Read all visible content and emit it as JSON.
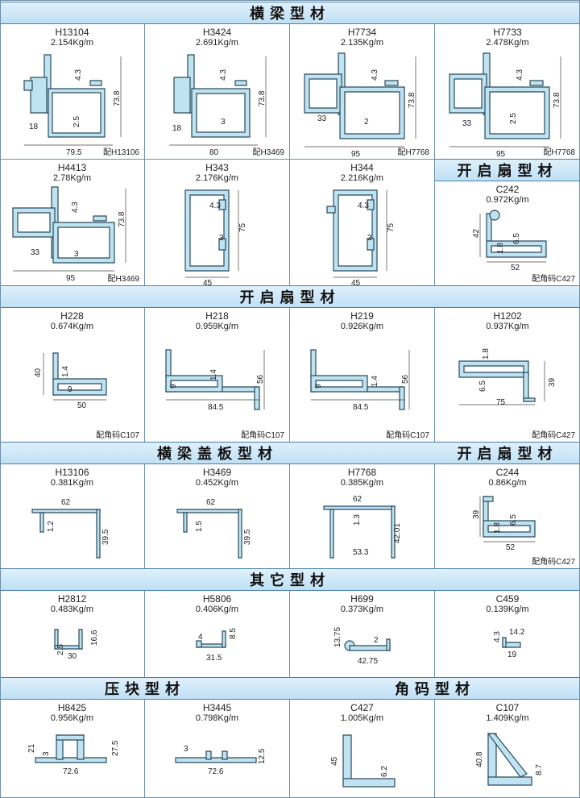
{
  "colors": {
    "profile_fill": "#bfe3f0",
    "profile_stroke": "#2a4a5e",
    "header_bg": "#cfe8f7"
  },
  "headers": {
    "h1": "横梁型材",
    "h2": "开启扇型材",
    "h3": "开启扇型材",
    "h4": "横梁盖板型材",
    "h5": "开启扇型材",
    "h6": "其它型材",
    "h7": "压块型材",
    "h8": "角码型材"
  },
  "profiles": {
    "r1c1": {
      "code": "H13104",
      "weight": "2.154Kg/m",
      "note": "配H13106",
      "dims": [
        "4.3",
        "73.8",
        "18",
        "2.5",
        "79.5"
      ]
    },
    "r1c2": {
      "code": "H3424",
      "weight": "2.691Kg/m",
      "note": "配H3469",
      "dims": [
        "4.3",
        "73.8",
        "18",
        "3",
        "80"
      ]
    },
    "r1c3": {
      "code": "H7734",
      "weight": "2.135Kg/m",
      "note": "配H7768",
      "dims": [
        "4.3",
        "73.8",
        "33",
        "2",
        "95"
      ]
    },
    "r1c4": {
      "code": "H7733",
      "weight": "2.478Kg/m",
      "note": "配H7768",
      "dims": [
        "4.3",
        "73.8",
        "33",
        "2.5",
        "95"
      ]
    },
    "r2c1": {
      "code": "H4413",
      "weight": "2.78Kg/m",
      "note": "配H3469",
      "dims": [
        "4.3",
        "73.8",
        "33",
        "3",
        "95"
      ]
    },
    "r2c2": {
      "code": "H343",
      "weight": "2.176Kg/m",
      "dims": [
        "4.3",
        "75",
        "3",
        "45"
      ]
    },
    "r2c3": {
      "code": "H344",
      "weight": "2.216Kg/m",
      "dims": [
        "4.3",
        "75",
        "3",
        "45"
      ]
    },
    "r2c4": {
      "code": "C242",
      "weight": "0.972Kg/m",
      "note": "配角码C427",
      "dims": [
        "42",
        "6.5",
        "1.8",
        "52"
      ]
    },
    "r3c1": {
      "code": "H228",
      "weight": "0.674Kg/m",
      "note": "配角码C107",
      "dims": [
        "40",
        "1.4",
        "9",
        "50"
      ]
    },
    "r3c2": {
      "code": "H218",
      "weight": "0.959Kg/m",
      "note": "配角码C107",
      "dims": [
        "9",
        "1.4",
        "56",
        "84.5"
      ]
    },
    "r3c3": {
      "code": "H219",
      "weight": "0.926Kg/m",
      "note": "配角码C107",
      "dims": [
        "9",
        "1.4",
        "56",
        "84.5"
      ]
    },
    "r3c4": {
      "code": "H1202",
      "weight": "0.937Kg/m",
      "note": "配角码C427",
      "dims": [
        "1.8",
        "6.5",
        "39",
        "75"
      ]
    },
    "r4c1": {
      "code": "H13106",
      "weight": "0.381Kg/m",
      "dims": [
        "62",
        "1.2",
        "39.5"
      ]
    },
    "r4c2": {
      "code": "H3469",
      "weight": "0.452Kg/m",
      "dims": [
        "62",
        "1.5",
        "39.5"
      ]
    },
    "r4c3": {
      "code": "H7768",
      "weight": "0.385Kg/m",
      "dims": [
        "62",
        "1.3",
        "42.01",
        "53.3"
      ]
    },
    "r4c4": {
      "code": "C244",
      "weight": "0.86Kg/m",
      "note": "配角码C427",
      "dims": [
        "39",
        "6.5",
        "1.8",
        "52"
      ]
    },
    "r5c1": {
      "code": "H2812",
      "weight": "0.483Kg/m",
      "dims": [
        "16.6",
        "2.5",
        "30"
      ]
    },
    "r5c2": {
      "code": "H5806",
      "weight": "0.406Kg/m",
      "dims": [
        "4",
        "8.5",
        "31.5"
      ]
    },
    "r5c3": {
      "code": "H699",
      "weight": "0.373Kg/m",
      "dims": [
        "13.75",
        "2",
        "42.75"
      ]
    },
    "r5c4": {
      "code": "C459",
      "weight": "0.139Kg/m",
      "dims": [
        "4.3",
        "14.2",
        "19"
      ]
    },
    "r6c1": {
      "code": "H8425",
      "weight": "0.956Kg/m",
      "dims": [
        "21",
        "3",
        "27.5",
        "72.6"
      ]
    },
    "r6c2": {
      "code": "H3445",
      "weight": "0.798Kg/m",
      "dims": [
        "3",
        "12.5",
        "72.6"
      ]
    },
    "r6c3": {
      "code": "C427",
      "weight": "1.005Kg/m",
      "dims": [
        "45",
        "6.2"
      ]
    },
    "r6c4": {
      "code": "C107",
      "weight": "1.409Kg/m",
      "dims": [
        "40.8",
        "8.7"
      ]
    }
  }
}
